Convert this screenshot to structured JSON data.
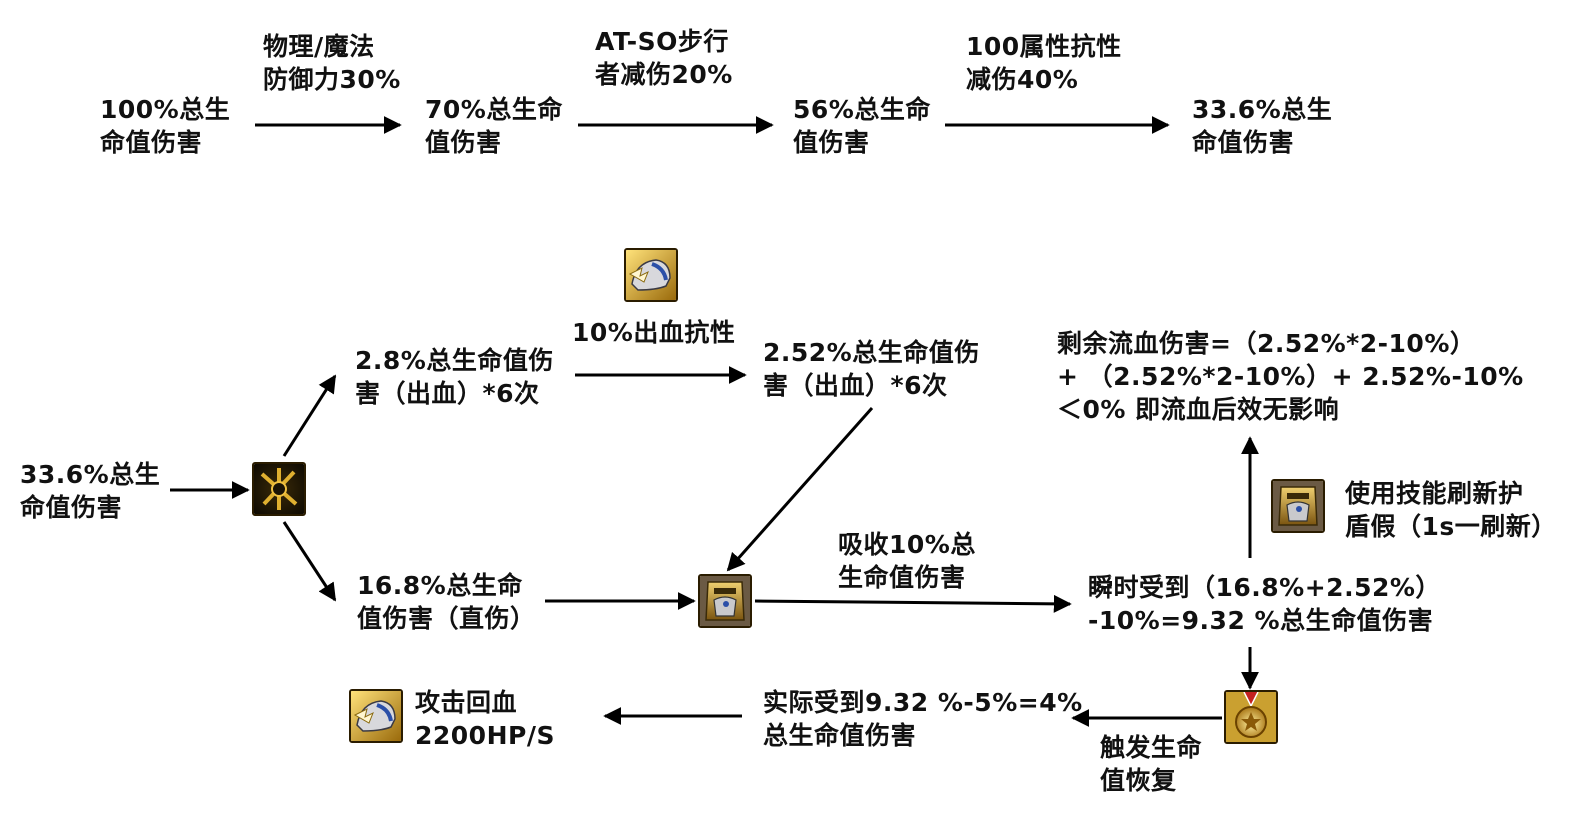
{
  "top_row": {
    "n1": [
      "100%总生",
      "命值伤害"
    ],
    "e1": [
      "物理/魔法",
      "防御力30%"
    ],
    "n2": [
      "70%总生命",
      "值伤害"
    ],
    "e2": [
      "AT-SO步行",
      "者减伤20%"
    ],
    "n3": [
      "56%总生命",
      "值伤害"
    ],
    "e3": [
      "100属性抗性",
      "减伤40%"
    ],
    "n4": [
      "33.6%总生",
      "命值伤害"
    ]
  },
  "flow": {
    "start": [
      "33.6%总生",
      "命值伤害"
    ],
    "bleed": [
      "2.8%总生命值伤",
      "害（出血）*6次"
    ],
    "bleed_resist": [
      "10%出血抗性"
    ],
    "bleed_reduced": [
      "2.52%总生命值伤",
      "害（出血）*6次"
    ],
    "remaining": [
      "剩余流血伤害=（2.52%*2-10%）",
      "+ （2.52%*2-10%）+ 2.52%-10%",
      "＜0% 即流血后效无影响"
    ],
    "refresh": [
      "使用技能刷新护",
      "盾假（1s一刷新）"
    ],
    "direct": [
      "16.8%总生命",
      "值伤害（直伤）"
    ],
    "absorb": [
      "吸收10%总",
      "生命值伤害"
    ],
    "instant": [
      "瞬时受到（16.8%+2.52%）",
      "-10%=9.32 %总生命值伤害"
    ],
    "trigger": [
      "触发生命",
      "值恢复"
    ],
    "actual": [
      "实际受到9.32 %-5%=4%",
      "总生命值伤害"
    ],
    "heal": [
      "攻击回血",
      "2200HP/S"
    ]
  },
  "icons": {
    "split": "dark-skill-icon",
    "bleed_resist": "winged-helmet-icon",
    "shield": "golden-armor-icon",
    "refresh": "golden-armor-icon",
    "medal": "medal-icon",
    "heal": "winged-helmet-icon"
  },
  "colors": {
    "text": "#111111",
    "arrow": "#000000",
    "icon_gold": "#d9a520",
    "icon_dark": "#2a1c00"
  }
}
